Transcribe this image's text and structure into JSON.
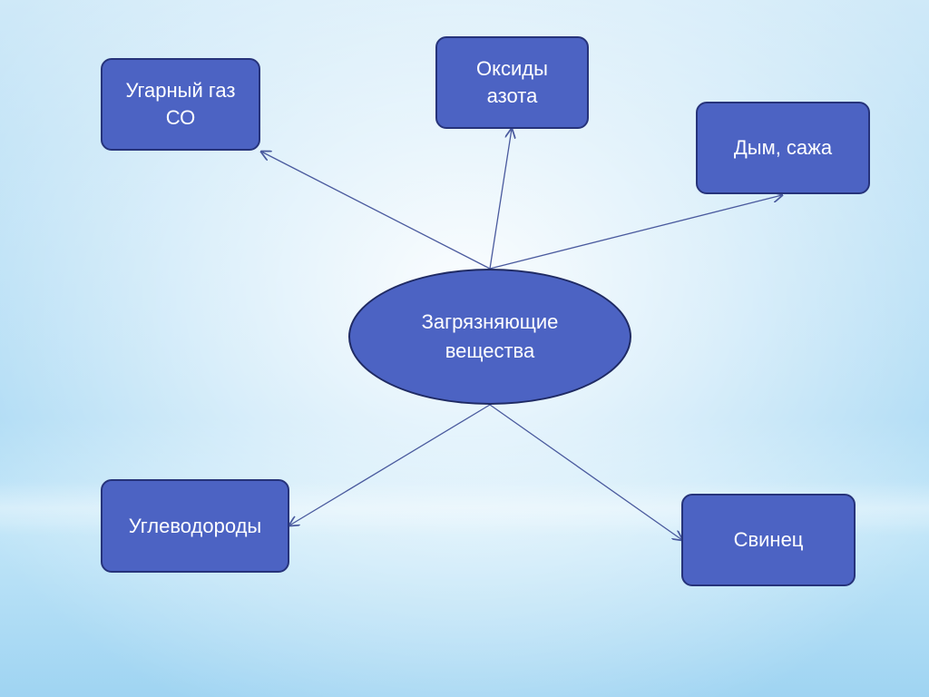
{
  "diagram": {
    "center": {
      "label": "Загрязняющие\nвещества"
    },
    "nodes": [
      {
        "id": "co",
        "label": "Угарный газ\nСО"
      },
      {
        "id": "nox",
        "label": "Оксиды\nазота"
      },
      {
        "id": "smoke",
        "label": "Дым, сажа"
      },
      {
        "id": "hydrocarbons",
        "label": "Углеводороды"
      },
      {
        "id": "lead",
        "label": "Свинец"
      }
    ]
  },
  "colors": {
    "node_fill": "#4c63c3",
    "node_border": "#26337a",
    "connector": "#4a5a9e",
    "text": "#ffffff"
  }
}
